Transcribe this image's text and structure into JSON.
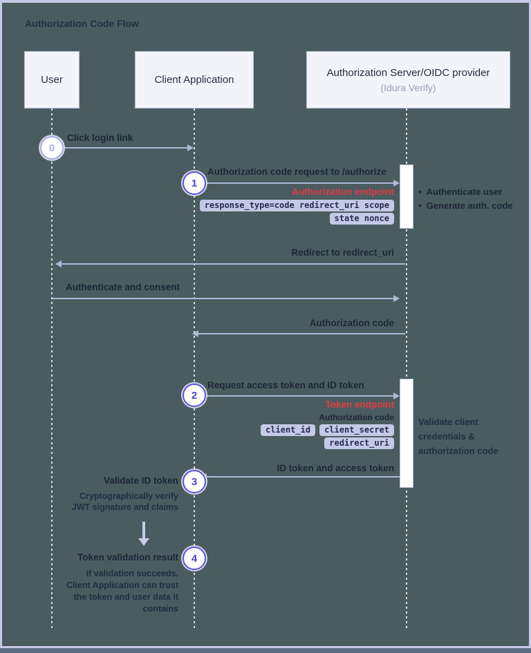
{
  "title": "Authorization Code Flow",
  "colors": {
    "background": "#4a5c5f",
    "accent_purple": "#5a52dd",
    "endpoint_red": "#e23c44",
    "pill_background": "#c5c8e6",
    "arrow": "#b2b7d8",
    "actor_box": "#f3f4f9"
  },
  "bullet_char": "•",
  "lifelines": [
    {
      "label": "User"
    },
    {
      "label": "Client Application"
    },
    {
      "label": "Authorization Server/OIDC provider",
      "sublabel": "(Idura Verify)"
    }
  ],
  "steps": [
    {
      "number": "0",
      "label": "Click login link"
    },
    {
      "number": "1",
      "label": "Authorization code request to /authorize",
      "endpoint": "Authorization endpoint",
      "pills": [
        "response_type=code redirect_uri scope",
        "state nonce"
      ],
      "server_notes": [
        "Authenticate user",
        "Generate auth. code"
      ]
    },
    {
      "number": "2",
      "label": "Request access token and ID token",
      "endpoint": "Token endpoint",
      "sublabel": "Authorization code",
      "pills": [
        "client_id",
        "client_secret",
        "redirect_uri"
      ],
      "server_note": "Validate client credentials & authorization code"
    },
    {
      "number": "3",
      "label": "Validate ID token",
      "note": "Cryptographically verify JWT signature and claims"
    },
    {
      "number": "4",
      "label": "Token validation result",
      "note": "If validation succeeds, Client Application can trust the token and user data it contains"
    }
  ],
  "messages": {
    "redirect": "Redirect to redirect_uri",
    "authenticate": "Authenticate and consent",
    "auth_code": "Authorization code",
    "id_token": "ID token and access token"
  }
}
